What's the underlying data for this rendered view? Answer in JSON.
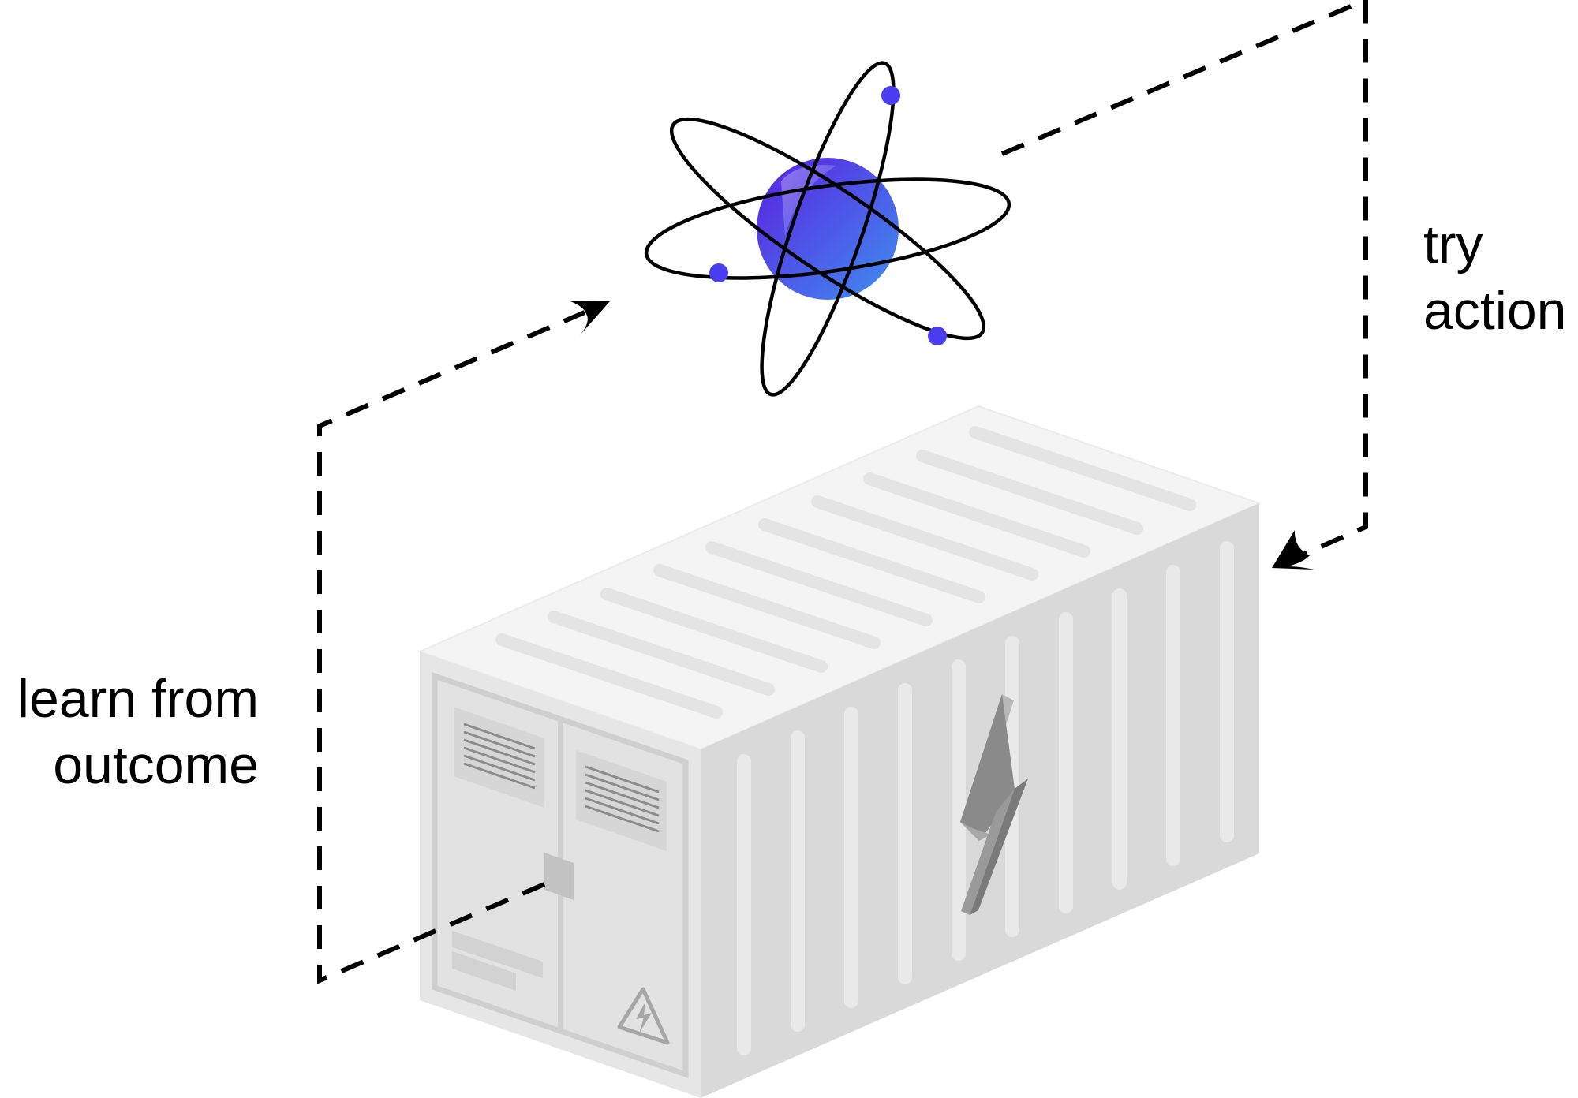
{
  "labels": {
    "try_action": [
      "try",
      "action"
    ],
    "learn_from_outcome": [
      "learn from",
      "outcome"
    ]
  },
  "icons": {
    "agent": "atom-icon",
    "environment": "battery-container",
    "container_mark": "lightning-bolt-icon",
    "door_mark": "high-voltage-warning-icon"
  },
  "colors": {
    "nucleus_start": "#5b1fe0",
    "nucleus_end": "#3f8ff0",
    "electron": "#4a3ef0",
    "container_top": "#f4f4f4",
    "container_side": "#d9d9d9",
    "container_front": "#e6e6e6",
    "bolt": "#8a8a8a",
    "arrow": "#000000"
  }
}
